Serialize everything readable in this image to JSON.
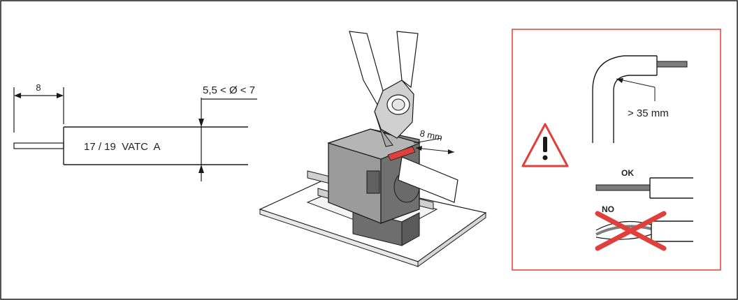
{
  "strip_diagram": {
    "strip_length": "8",
    "diameter_range": "5,5 < Ø < 7",
    "cable_type": "17 / 19  VATC  A"
  },
  "tool_diagram": {
    "strip_label": "8 mm"
  },
  "warning_panel": {
    "bend_radius": "> 35 mm",
    "ok_label": "OK",
    "no_label": "NO"
  },
  "colors": {
    "warning_red": "#e0403b",
    "line": "#1a1a1a",
    "fill_gray": "#7d7d7d"
  },
  "icons": [
    "warning-triangle-icon",
    "cable-cutter-icon",
    "red-cross-icon"
  ]
}
